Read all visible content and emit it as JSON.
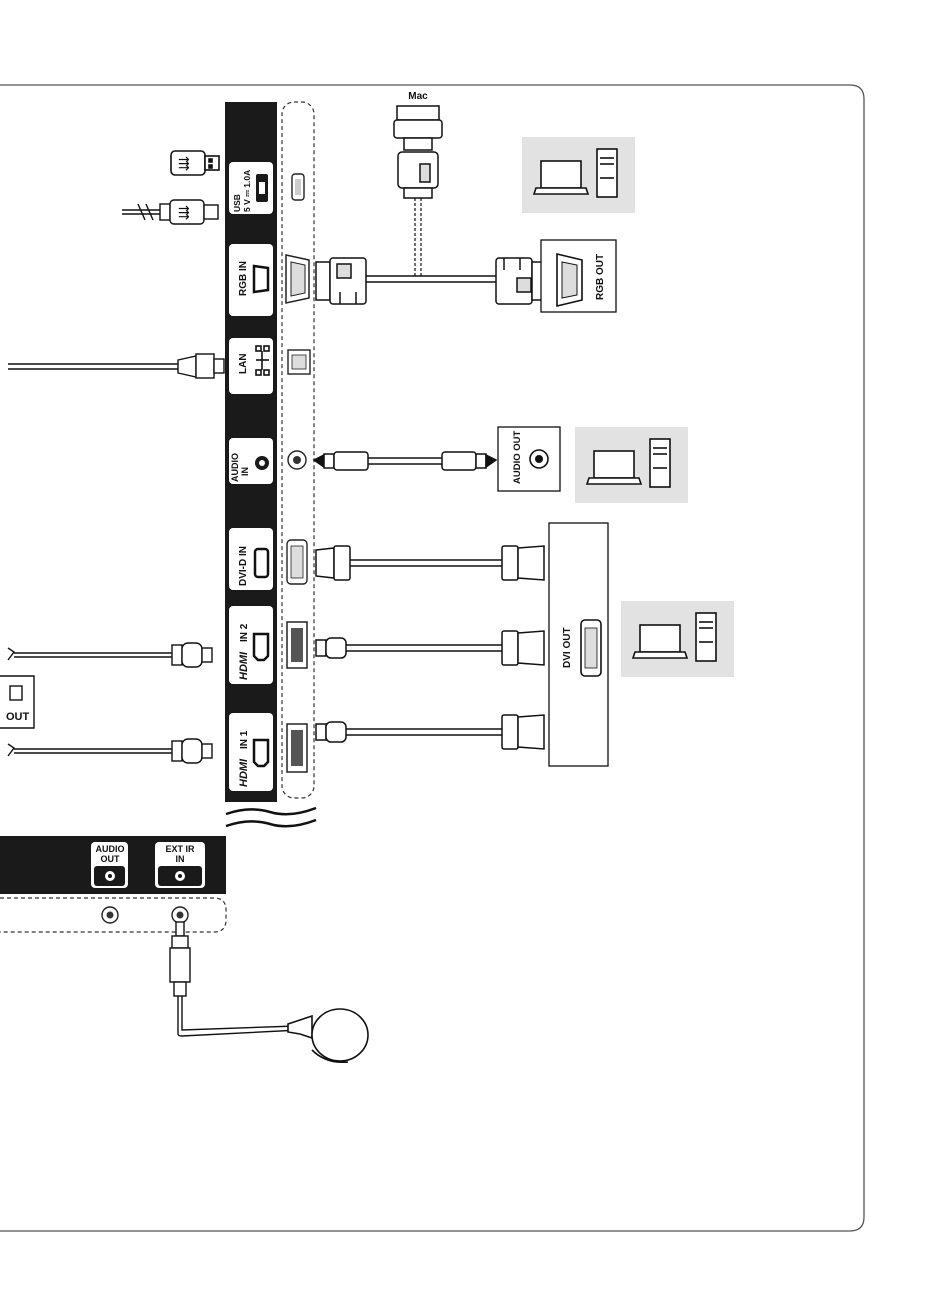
{
  "panel": {
    "usb_label": "USB",
    "usb_rating": "5 V ⎓ 1.0A",
    "rgb_in": "RGB IN",
    "lan": "LAN",
    "audio_in_1": "AUDIO",
    "audio_in_2": "IN",
    "dvi_d_in": "DVI-D IN",
    "hdmi_in_2_logo": "HDMI",
    "hdmi_in_2_suffix": "IN 2",
    "hdmi_in_1_logo": "HDMI",
    "hdmi_in_1_suffix": "IN 1"
  },
  "bottom_panel": {
    "audio_out_1": "AUDIO",
    "audio_out_2": "OUT",
    "ext_ir_1": "EXT IR",
    "ext_ir_2": "IN"
  },
  "external": {
    "mac_label": "Mac",
    "rgb_out": "RGB OUT",
    "audio_out": "AUDIO OUT",
    "dvi_out": "DVI OUT",
    "partial_out": "OUT"
  },
  "icons": [
    "usb-icon",
    "lan-icon",
    "laptop-icon",
    "desktop-tower-icon",
    "ir-receiver-icon"
  ]
}
